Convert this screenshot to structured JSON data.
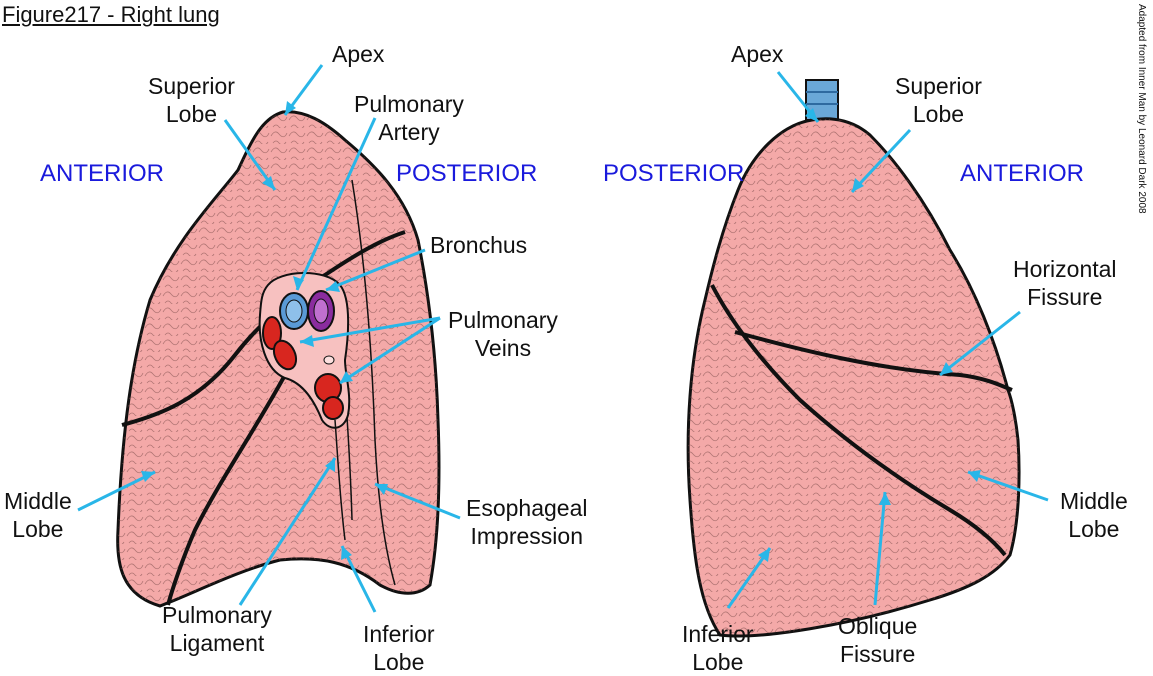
{
  "title": "Figure217 - Right lung",
  "credit": "Adapted from Inner Man by Leonard Dark 2008",
  "colors": {
    "lung_fill": "#f4a9a8",
    "outline": "#111111",
    "arrow": "#29b6e8",
    "direction_text": "#1a1adc",
    "artery": "#5a9ad6",
    "bronchus": "#8a2c9e",
    "vein": "#d8261f",
    "trachea": "#6aa8d8"
  },
  "medial_view": {
    "directions": {
      "left": "ANTERIOR",
      "right": "POSTERIOR"
    },
    "labels": {
      "apex": [
        "Apex"
      ],
      "superior_lobe": [
        "Superior",
        "Lobe"
      ],
      "pulmonary_artery": [
        "Pulmonary",
        "Artery"
      ],
      "bronchus": [
        "Bronchus"
      ],
      "pulmonary_veins": [
        "Pulmonary",
        "Veins"
      ],
      "middle_lobe": [
        "Middle",
        "Lobe"
      ],
      "esophageal_impression": [
        "Esophageal",
        "Impression"
      ],
      "pulmonary_ligament": [
        "Pulmonary",
        "Ligament"
      ],
      "inferior_lobe": [
        "Inferior",
        "Lobe"
      ]
    }
  },
  "lateral_view": {
    "directions": {
      "left": "POSTERIOR",
      "right": "ANTERIOR"
    },
    "labels": {
      "apex": [
        "Apex"
      ],
      "superior_lobe": [
        "Superior",
        "Lobe"
      ],
      "horizontal_fissure": [
        "Horizontal",
        "Fissure"
      ],
      "middle_lobe": [
        "Middle",
        "Lobe"
      ],
      "inferior_lobe": [
        "Inferior",
        "Lobe"
      ],
      "oblique_fissure": [
        "Oblique",
        "Fissure"
      ]
    }
  }
}
